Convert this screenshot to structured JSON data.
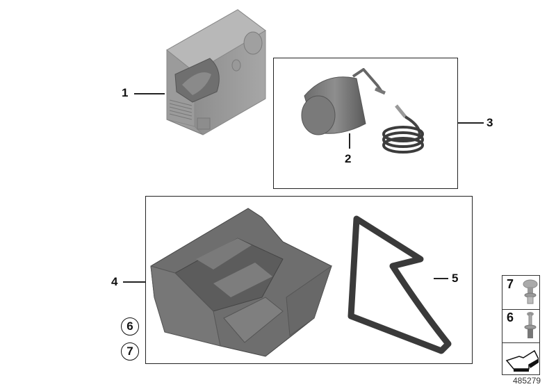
{
  "diagram": {
    "reference_number": "485279",
    "callouts": [
      {
        "id": "1",
        "label": "1"
      },
      {
        "id": "2",
        "label": "2"
      },
      {
        "id": "3",
        "label": "3"
      },
      {
        "id": "4",
        "label": "4"
      },
      {
        "id": "5",
        "label": "5"
      }
    ],
    "circled_callouts": [
      {
        "id": "6",
        "label": "6"
      },
      {
        "id": "7",
        "label": "7"
      }
    ],
    "legend": [
      {
        "label": "7",
        "part": "push-rivet"
      },
      {
        "label": "6",
        "part": "expanding-rivet"
      },
      {
        "label": "",
        "part": "direction-arrow"
      }
    ],
    "parts": [
      {
        "number": "1",
        "name": "compressor"
      },
      {
        "number": "2",
        "name": "sealant-bottle"
      },
      {
        "number": "3",
        "name": "repair-kit-group"
      },
      {
        "number": "4",
        "name": "foam-insert-holder"
      },
      {
        "number": "5",
        "name": "retaining-strap"
      }
    ]
  }
}
